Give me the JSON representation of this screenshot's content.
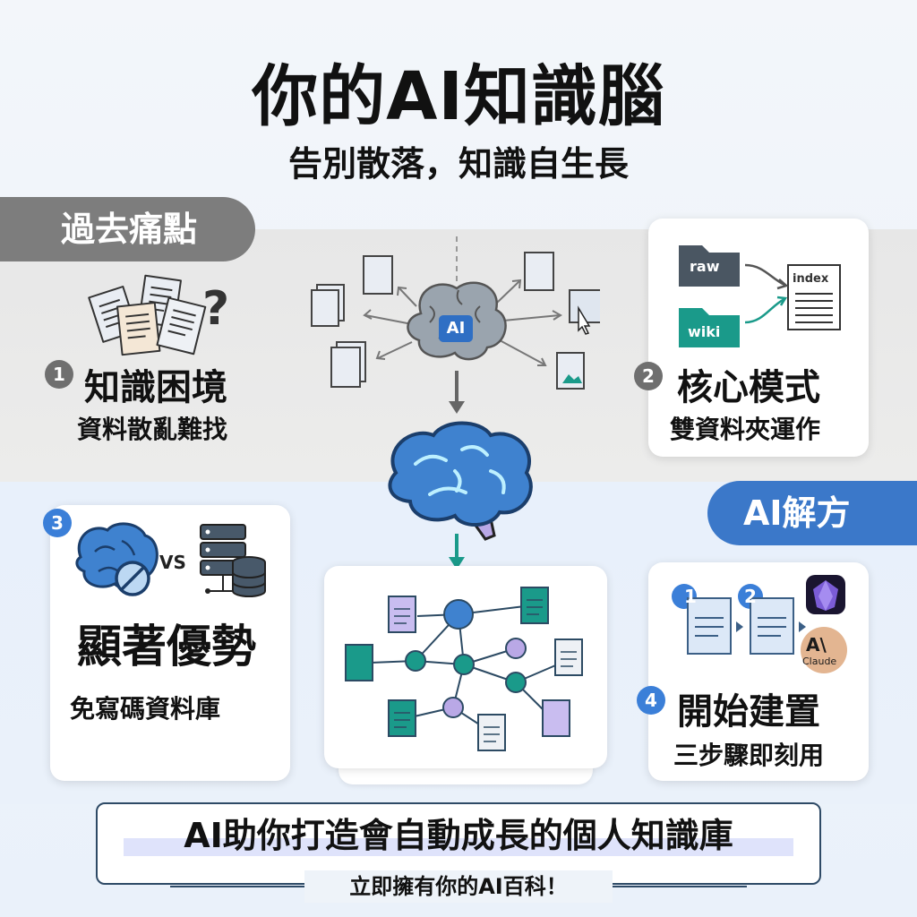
{
  "header": {
    "title": "你的AI知識腦",
    "subtitle": "告別散落，知識自生長"
  },
  "sections": {
    "past_label": "過去痛點",
    "ai_label": "AI解方"
  },
  "cards": [
    {
      "number": "1",
      "title": "知識困境",
      "subtitle": "資料散亂難找"
    },
    {
      "number": "2",
      "title": "核心模式",
      "subtitle": "雙資料夾運作",
      "folders": [
        "raw",
        "wiki"
      ],
      "index_label": "index"
    },
    {
      "number": "3",
      "title": "顯著優勢",
      "subtitle": "免寫碼資料庫",
      "vs_label": "VS"
    },
    {
      "number": "4",
      "title": "開始建置",
      "subtitle": "三步驟即刻用",
      "steps": [
        "1",
        "2"
      ],
      "claude_label": "Claude"
    }
  ],
  "center": {
    "brain_label": "AI"
  },
  "footer": {
    "main": "AI助你打造會自動成長的個人知識庫",
    "sub": "立即擁有你的AI百科！"
  },
  "colors": {
    "accent_blue": "#3b78c9",
    "gray_pill": "#7d7d7d",
    "teal": "#1a9a8a",
    "purple": "#b9a8e6"
  }
}
